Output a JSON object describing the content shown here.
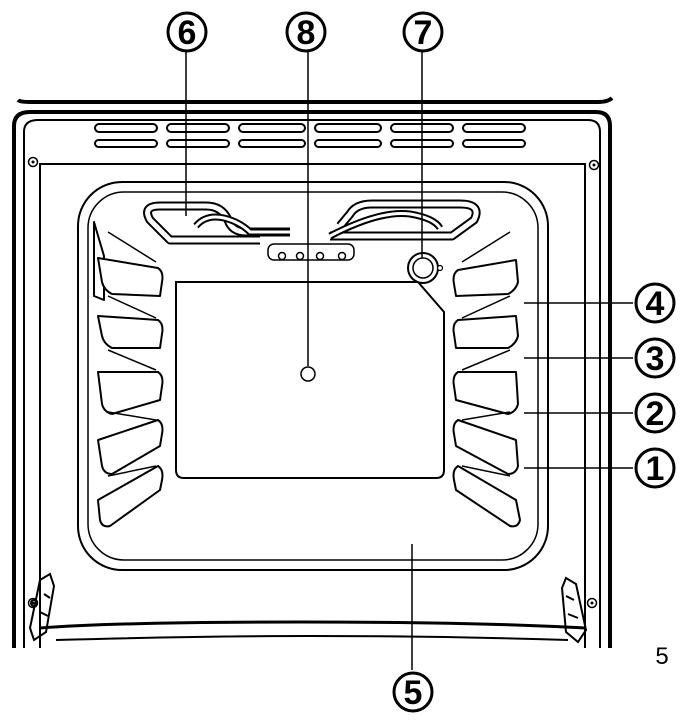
{
  "callouts": {
    "c6": "6",
    "c8": "8",
    "c7": "7",
    "c4": "4",
    "c3": "3",
    "c2": "2",
    "c1": "1",
    "c5": "5"
  },
  "page_number": "5",
  "colors": {
    "line": "#000000",
    "background": "#ffffff"
  }
}
